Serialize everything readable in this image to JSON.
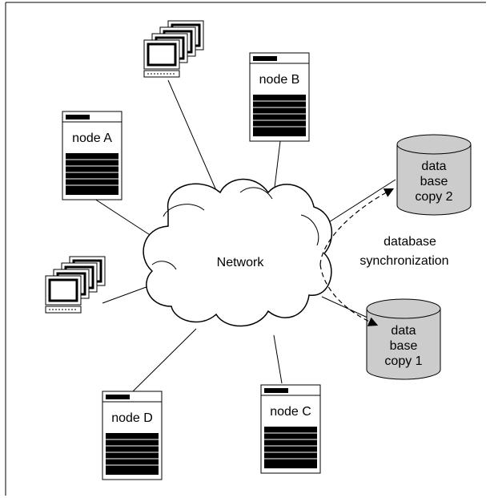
{
  "diagram": {
    "center": "Network",
    "nodes": {
      "a": "node A",
      "b": "node B",
      "c": "node C",
      "d": "node D"
    },
    "databases": {
      "copy2": [
        "data",
        "base",
        "copy 2"
      ],
      "copy1": [
        "data",
        "base",
        "copy 1"
      ]
    },
    "sync_label": [
      "database",
      "synchronization"
    ]
  },
  "colors": {
    "database_fill": "#cccccc",
    "line": "#000000"
  },
  "icons": [
    "workstation-cluster-icon",
    "server-icon",
    "database-icon",
    "cloud-icon"
  ]
}
